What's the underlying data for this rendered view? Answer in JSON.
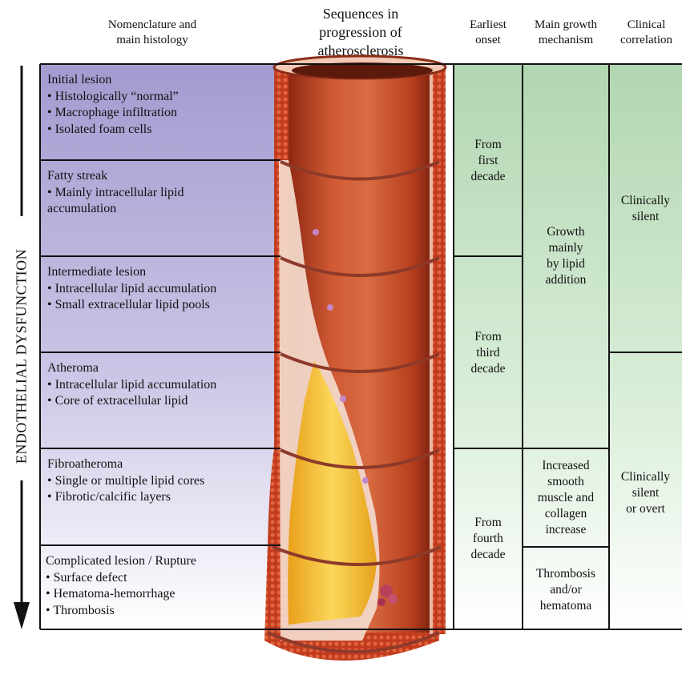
{
  "headers": {
    "nomenclature": [
      "Nomenclature and",
      "main histology"
    ],
    "sequences": [
      "Sequences in",
      "progression of",
      "atherosclerosis"
    ],
    "onset": [
      "Earliest",
      "onset"
    ],
    "growth": [
      "Main growth",
      "mechanism"
    ],
    "clinical": [
      "Clinical",
      "correlation"
    ]
  },
  "side_label": "ENDOTHELIAL DYSFUNCTION",
  "stages": [
    {
      "title": "Initial lesion",
      "items": [
        "• Histologically “normal”",
        "• Macrophage infiltration",
        "• Isolated foam cells"
      ]
    },
    {
      "title": "Fatty streak",
      "items": [
        "• Mainly intracellular lipid",
        "accumulation"
      ]
    },
    {
      "title": "Intermediate lesion",
      "items": [
        "• Intracellular lipid accumulation",
        "• Small extracellular lipid pools"
      ]
    },
    {
      "title": "Atheroma",
      "items": [
        "• Intracellular lipid accumulation",
        "• Core of extracellular lipid"
      ]
    },
    {
      "title": "Fibroatheroma",
      "items": [
        "• Single or multiple lipid cores",
        "• Fibrotic/calcific layers"
      ]
    },
    {
      "title": "Complicated lesion / Rupture",
      "items": [
        "• Surface defect",
        "• Hematoma-hemorrhage",
        "• Thrombosis"
      ]
    }
  ],
  "onset": [
    [
      "From",
      "first",
      "decade"
    ],
    [
      "From",
      "third",
      "decade"
    ],
    [
      "From",
      "fourth",
      "decade"
    ]
  ],
  "growth": [
    [
      "Growth",
      "mainly",
      "by lipid",
      "addition"
    ],
    [
      "Increased",
      "smooth",
      "muscle and",
      "collagen",
      "increase"
    ],
    [
      "Thrombosis",
      "and/or",
      "hematoma"
    ]
  ],
  "clinical": [
    [
      "Clinically",
      "silent"
    ],
    [
      "Clinically",
      "silent",
      "or overt"
    ]
  ],
  "colors": {
    "stage_top": "#a49bd0",
    "stage_bottom": "#ffffff",
    "green_top": "#b5d8b4",
    "green_bottom": "#ffffff",
    "artery_outer": "#b83a1e",
    "lumen": "#c44a2a",
    "lipid": "#f4c22a"
  }
}
